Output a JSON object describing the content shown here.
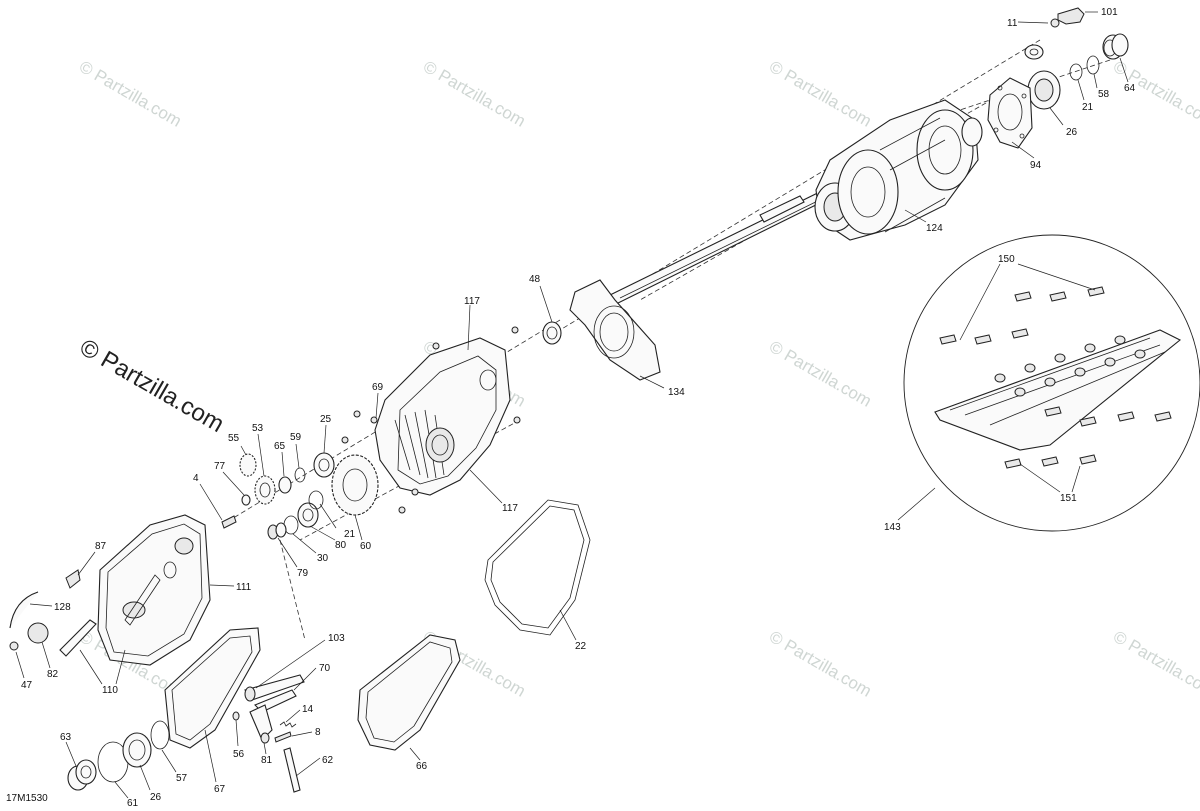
{
  "diagram_code": "17M1530",
  "watermark_small": "© Partzilla.com",
  "watermark_large": "© Partzilla.com",
  "callouts": [
    {
      "id": "c11",
      "text": "11"
    },
    {
      "id": "c101",
      "text": "101"
    },
    {
      "id": "c58",
      "text": "58"
    },
    {
      "id": "c64",
      "text": "64"
    },
    {
      "id": "c21a",
      "text": "21"
    },
    {
      "id": "c26a",
      "text": "26"
    },
    {
      "id": "c94",
      "text": "94"
    },
    {
      "id": "c124",
      "text": "124"
    },
    {
      "id": "c150",
      "text": "150"
    },
    {
      "id": "c48",
      "text": "48"
    },
    {
      "id": "c117a",
      "text": "117"
    },
    {
      "id": "c134",
      "text": "134"
    },
    {
      "id": "c69",
      "text": "69"
    },
    {
      "id": "c25",
      "text": "25"
    },
    {
      "id": "c117b",
      "text": "117"
    },
    {
      "id": "c53",
      "text": "53"
    },
    {
      "id": "c55",
      "text": "55"
    },
    {
      "id": "c65",
      "text": "65"
    },
    {
      "id": "c59",
      "text": "59"
    },
    {
      "id": "c77",
      "text": "77"
    },
    {
      "id": "c4",
      "text": "4"
    },
    {
      "id": "c21b",
      "text": "21"
    },
    {
      "id": "c80",
      "text": "80"
    },
    {
      "id": "c30",
      "text": "30"
    },
    {
      "id": "c60",
      "text": "60"
    },
    {
      "id": "c79",
      "text": "79"
    },
    {
      "id": "c151",
      "text": "151"
    },
    {
      "id": "c143",
      "text": "143"
    },
    {
      "id": "c87",
      "text": "87"
    },
    {
      "id": "c111",
      "text": "111"
    },
    {
      "id": "c128",
      "text": "128"
    },
    {
      "id": "c22",
      "text": "22"
    },
    {
      "id": "c82",
      "text": "82"
    },
    {
      "id": "c47",
      "text": "47"
    },
    {
      "id": "c110",
      "text": "110"
    },
    {
      "id": "c103",
      "text": "103"
    },
    {
      "id": "c70",
      "text": "70"
    },
    {
      "id": "c14",
      "text": "14"
    },
    {
      "id": "c8",
      "text": "8"
    },
    {
      "id": "c63",
      "text": "63"
    },
    {
      "id": "c56",
      "text": "56"
    },
    {
      "id": "c81",
      "text": "81"
    },
    {
      "id": "c26b",
      "text": "26"
    },
    {
      "id": "c57",
      "text": "57"
    },
    {
      "id": "c67",
      "text": "67"
    },
    {
      "id": "c62",
      "text": "62"
    },
    {
      "id": "c66",
      "text": "66"
    },
    {
      "id": "c61",
      "text": "61"
    }
  ]
}
